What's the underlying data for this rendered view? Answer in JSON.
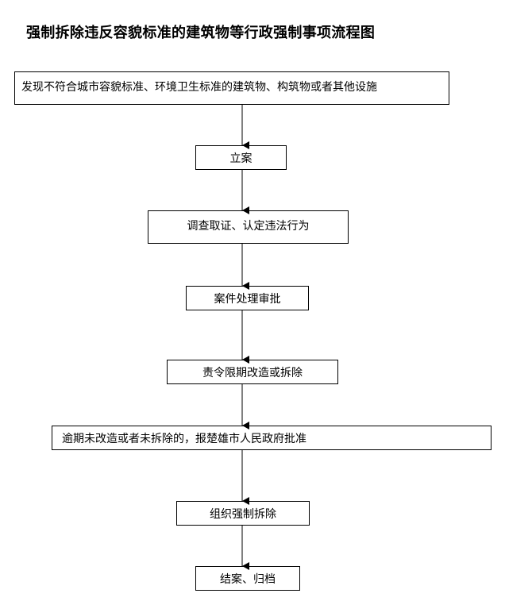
{
  "title": "强制拆除违反容貌标准的建筑物等行政强制事项流程图",
  "steps": [
    "发现不符合城市容貌标准、环境卫生标准的建筑物、构筑物或者其他设施",
    "立案",
    "调查取证、认定违法行为",
    "案件处理审批",
    "责令限期改造或拆除",
    "逾期未改造或者未拆除的，报楚雄市人民政府批准",
    "组织强制拆除",
    "结案、归档"
  ],
  "colors": {
    "line": "#000000",
    "background": "#ffffff",
    "text": "#000000"
  }
}
